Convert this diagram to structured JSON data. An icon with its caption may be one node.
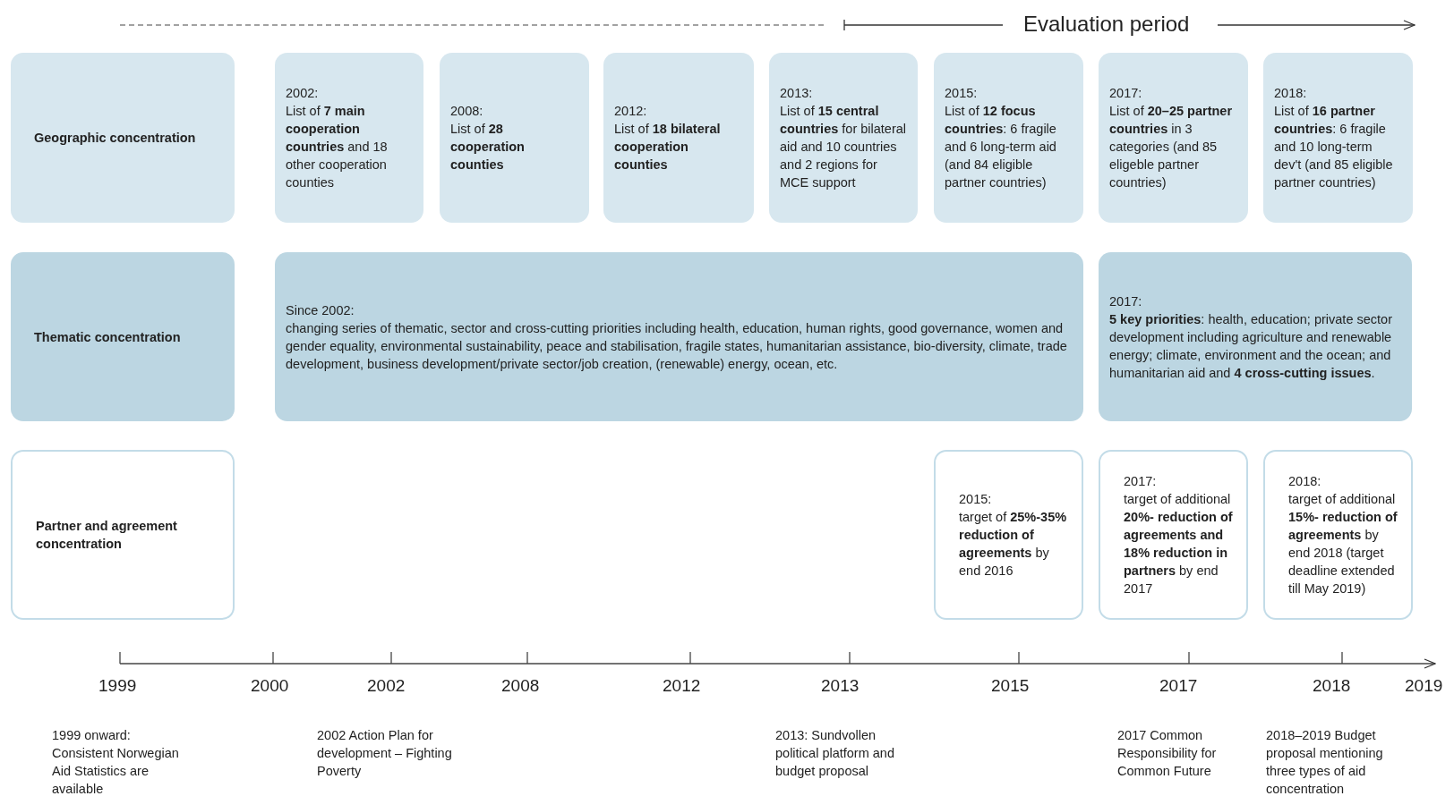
{
  "diagram": {
    "nodes": [
      {
        "text": [
          "Geographic concentration"
        ]
      },
      {
        "text": [
          "2002:",
          "List of **7 main cooperation countries** and 18 other cooperation counties"
        ]
      },
      {
        "text": [
          "2008:",
          "List of **28 cooperation counties**"
        ]
      },
      {
        "text": [
          "2012:",
          "List of **18 bilateral cooperation counties**"
        ]
      },
      {
        "text": [
          "2013:",
          "List of **15 central countries** for bilateral aid and 10 countries and 2 regions for MCE support"
        ]
      },
      {
        "text": [
          "2015:",
          "List of **12 focus countries**: 6 fragile and 6 long-term aid (and 84 eligible partner countries)"
        ]
      },
      {
        "text": [
          "2017:",
          "List of **20–25 partner countries** in 3 categories (and 85 eligeble partner countries)"
        ]
      },
      {
        "text": [
          "2018:",
          "List of **16 partner countries**: 6 fragile and 10 long-term dev't (and 85 eligible partner countries)"
        ]
      },
      {
        "text": [
          "Thematic concentration"
        ]
      },
      {
        "text": [
          "Since 2002:",
          "changing series of thematic, sector and cross-cutting priorities including health, education, human rights, good governance, women and gender equality, environmental sustainability, peace and stabilisation, fragile states, humanitarian assistance, bio-diversity, climate, trade development, business development/private sector/job creation, (renewable) energy, ocean, etc."
        ]
      },
      {
        "text": [
          "2017:",
          "**5 key priorities**: health, education; private sector development including agriculture and renewable energy; climate, environment and the ocean; and humanitarian aid and **4 cross-cutting issues**."
        ]
      },
      {
        "text": [
          "Partner and agreement concentration"
        ]
      },
      {
        "text": [
          "2015:",
          "target of **25%-35% reduction of agreements** by end 2016"
        ]
      },
      {
        "text": [
          "2017:",
          "target of additional **20%- reduction of agreements and 18% reduction in partners** by end 2017"
        ]
      },
      {
        "text": [
          "2018:",
          "target of additional **15%- reduction of agreements** by end 2018 (target deadline extended till May 2019)"
        ]
      }
    ],
    "edges": [],
    "labels": [
      "Evaluation period",
      "1999",
      "2000",
      "2002",
      "2008",
      "2012",
      "2013",
      "2015",
      "2017",
      "2018",
      "2019",
      "1999 onward: Consistent Norwegian Aid Statistics are available",
      "2002 Action Plan for development – Fighting Poverty",
      "2013: Sundvollen political platform and budget proposal",
      "2017 Common Responsibility for Common Future",
      "2018–2019 Budget proposal mentioning three types of aid concentration"
    ]
  }
}
